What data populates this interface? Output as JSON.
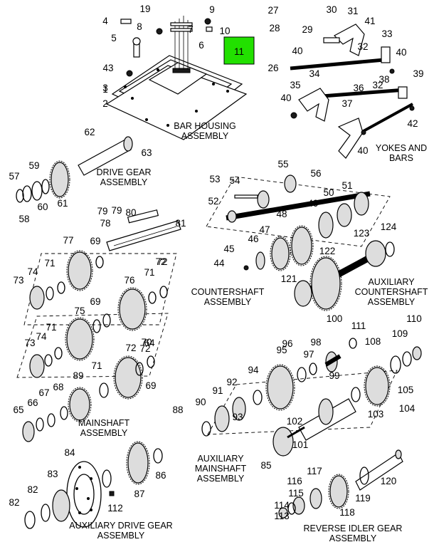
{
  "assemblies": {
    "bar_housing": [
      "BAR HOUSING",
      "ASSEMBLY"
    ],
    "yokes_bars": [
      "YOKES AND",
      "BARS"
    ],
    "drive_gear": [
      "DRIVE GEAR",
      "ASSEMBLY"
    ],
    "countershaft": [
      "COUNTERSHAFT",
      "ASSEMBLY"
    ],
    "aux_countershaft": [
      "AUXILIARY",
      "COUNTERSHAFT",
      "ASSEMBLY"
    ],
    "mainshaft": [
      "MAINSHAFT",
      "ASSEMBLY"
    ],
    "aux_mainshaft": [
      "AUXILIARY",
      "MAINSHAFT",
      "ASSEMBLY"
    ],
    "aux_drive_gear": [
      "AUXILIARY DRIVE GEAR",
      "ASSEMBLY"
    ],
    "reverse_idler": [
      "REVERSE IDLER GEAR",
      "ASSEMBLY"
    ]
  },
  "highlight_callout": "11",
  "highlight_color": "#22e000",
  "callouts": [
    "1",
    "2",
    "3",
    "4",
    "5",
    "6",
    "7",
    "8",
    "9",
    "10",
    "19",
    "43",
    "26",
    "27",
    "28",
    "29",
    "30",
    "31",
    "32",
    "32",
    "33",
    "34",
    "35",
    "36",
    "37",
    "38",
    "39",
    "40",
    "40",
    "40",
    "40",
    "41",
    "42",
    "57",
    "58",
    "59",
    "60",
    "61",
    "62",
    "63",
    "52",
    "53",
    "54",
    "55",
    "56",
    "47",
    "48",
    "49",
    "50",
    "51",
    "44",
    "45",
    "46",
    "121",
    "122",
    "123",
    "124",
    "73",
    "74",
    "71",
    "72",
    "77",
    "69",
    "78",
    "79",
    "79",
    "80",
    "81",
    "76",
    "71",
    "72",
    "75",
    "69",
    "73",
    "74",
    "71",
    "72",
    "70",
    "69",
    "71",
    "72",
    "64",
    "65",
    "66",
    "67",
    "68",
    "89",
    "88",
    "90",
    "91",
    "92",
    "93",
    "94",
    "95",
    "96",
    "97",
    "98",
    "99",
    "100",
    "111",
    "110",
    "109",
    "108",
    "105",
    "104",
    "103",
    "102",
    "101",
    "85",
    "84",
    "83",
    "82",
    "82",
    "86",
    "87",
    "112",
    "113",
    "114",
    "115",
    "116",
    "117",
    "118",
    "119",
    "120"
  ]
}
